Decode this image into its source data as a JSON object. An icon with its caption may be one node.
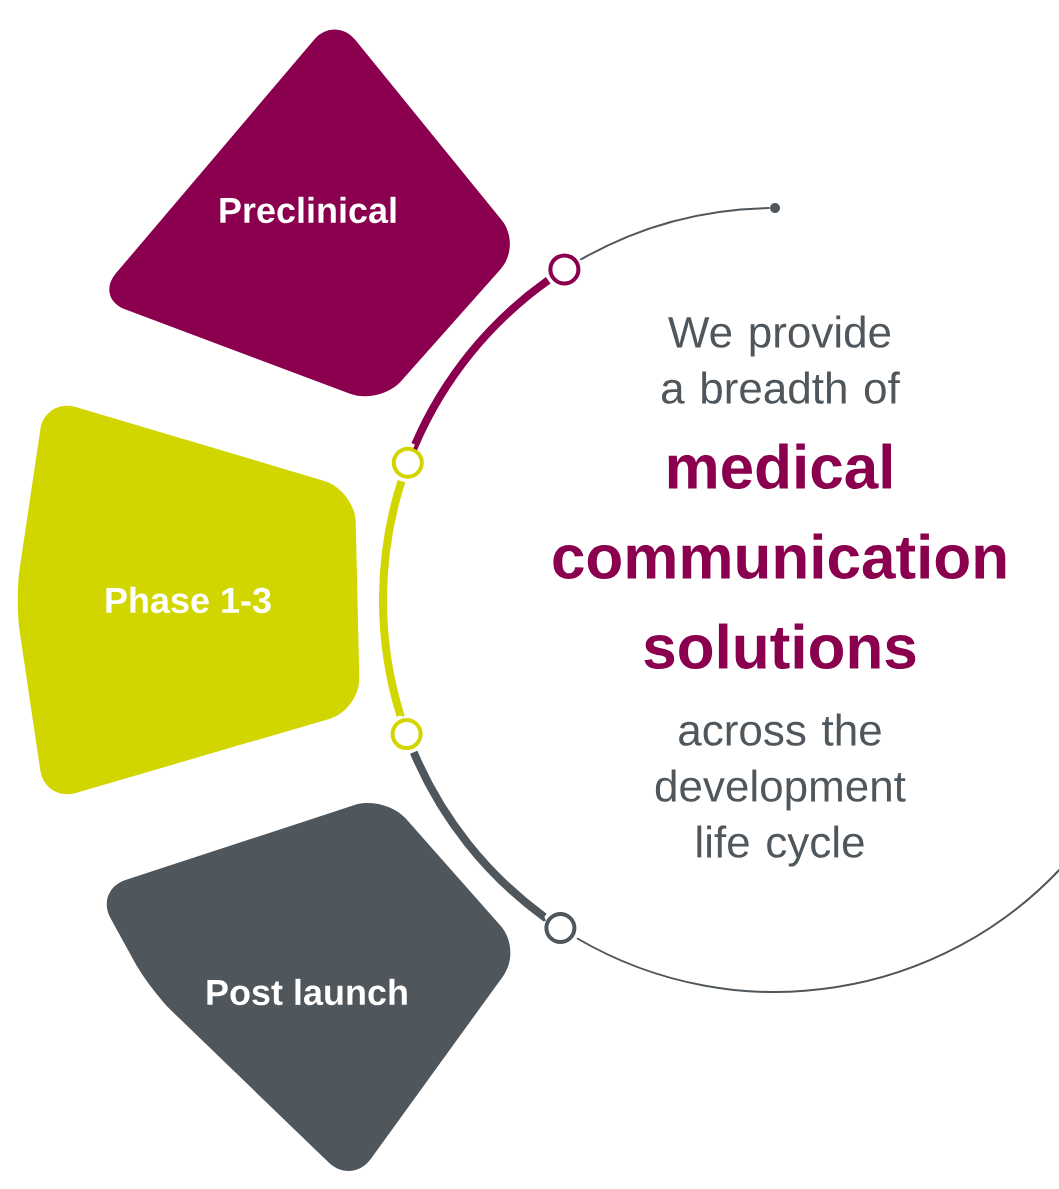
{
  "diagram": {
    "nodes": [
      {
        "text": [
          "Preclinical"
        ]
      },
      {
        "text": [
          "Phase 1-3"
        ]
      },
      {
        "text": [
          "Post launch"
        ]
      },
      {
        "text": [],
        "shape": "circle"
      },
      {
        "text": [],
        "shape": "circle"
      },
      {
        "text": [],
        "shape": "circle"
      },
      {
        "text": [],
        "shape": "circle"
      },
      {
        "text": [],
        "shape": "circle"
      }
    ],
    "edges": [
      {
        "from": 3,
        "to": 4,
        "arrow": "none"
      },
      {
        "from": 4,
        "to": 5,
        "arrow": "none",
        "color": "#8a004f"
      },
      {
        "from": 5,
        "to": 6,
        "arrow": "none",
        "color": "#d2d600"
      },
      {
        "from": 6,
        "to": 7,
        "arrow": "none"
      },
      {
        "from": 7,
        "to": null,
        "arrow": "none"
      }
    ],
    "labels": [
      "We provide a breadth of",
      "medical communication solutions",
      "across the development life cycle"
    ]
  }
}
